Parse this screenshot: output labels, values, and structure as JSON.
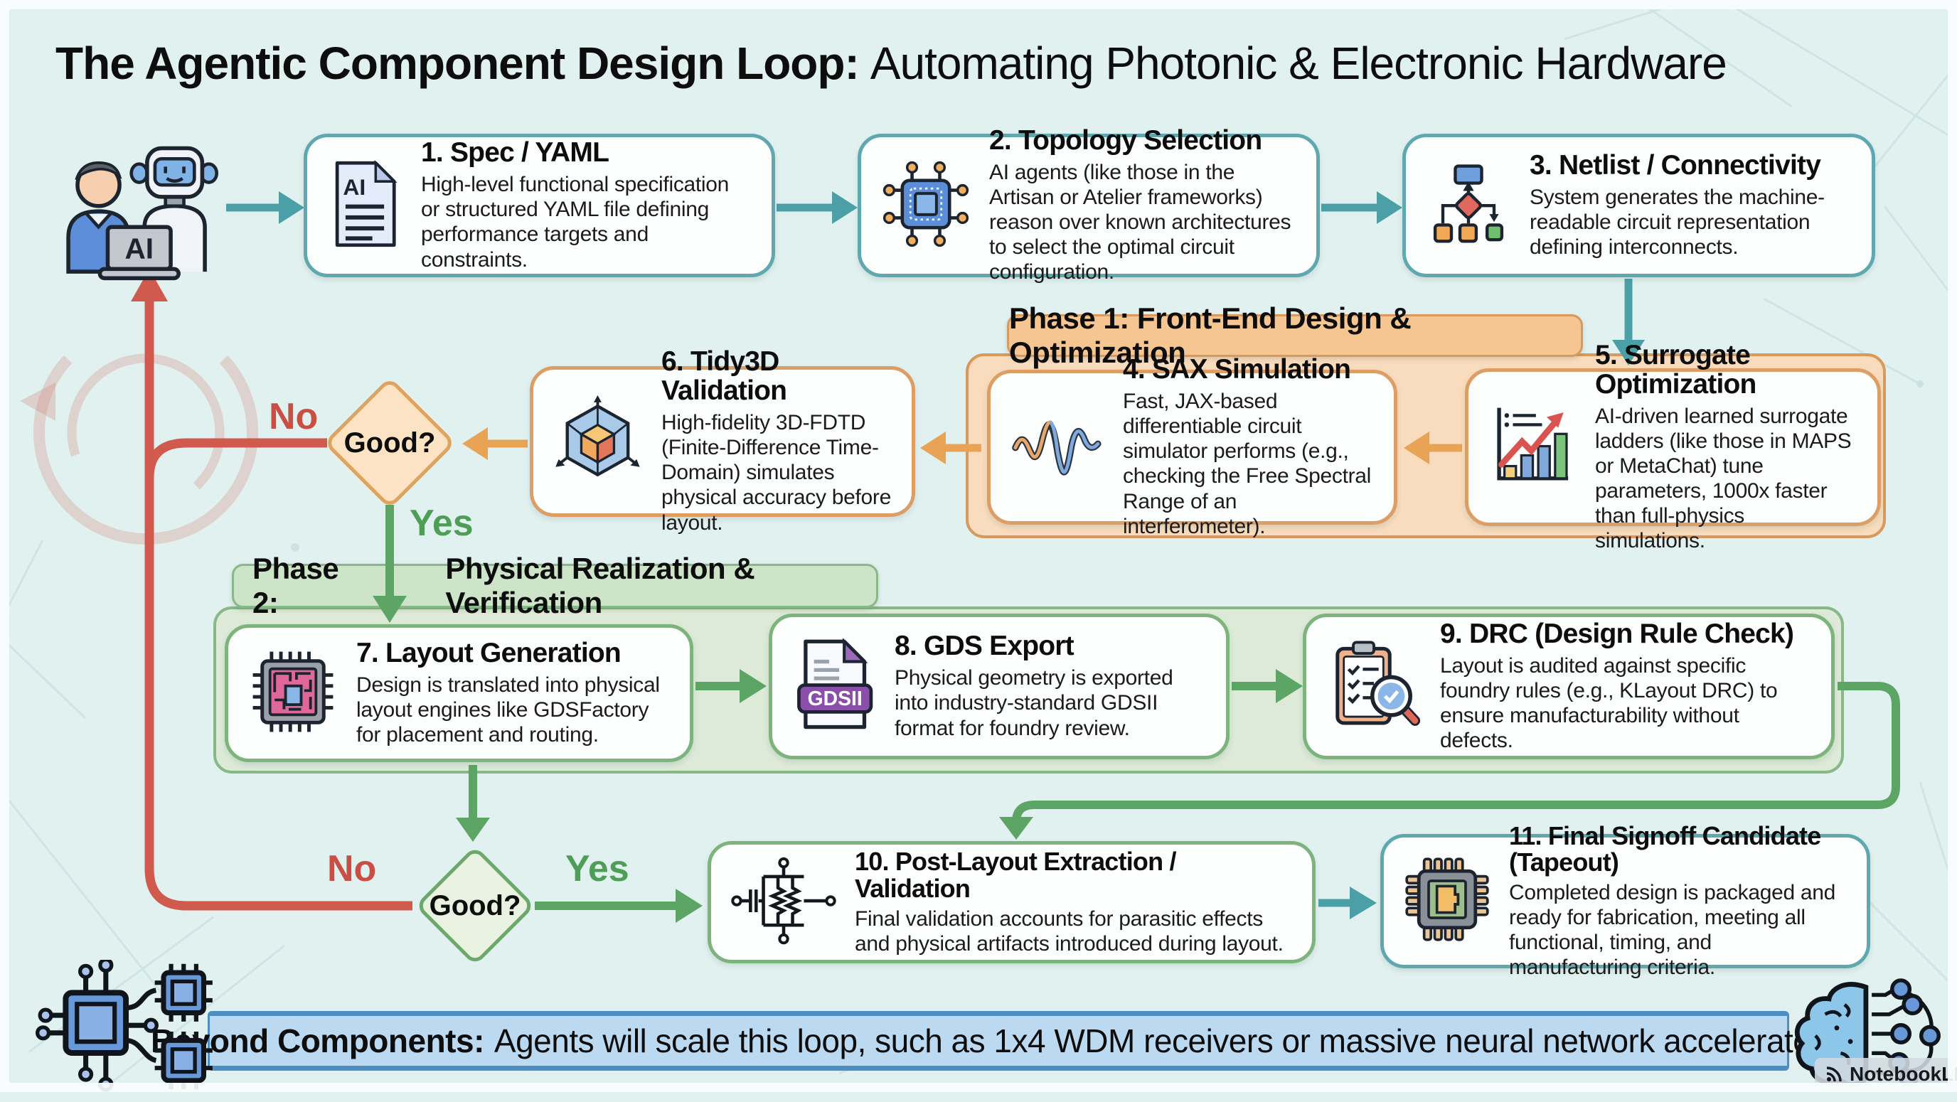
{
  "title": {
    "lead": "The Agentic Component Design Loop:",
    "rest": "Automating Photonic & Electronic Hardware"
  },
  "phase1": {
    "label": "Phase 1: Front-End Design & Optimization"
  },
  "phase2": {
    "prefix": "Phase 2:",
    "label": "Physical Realization & Verification"
  },
  "steps": [
    {
      "title": "1. Spec / YAML",
      "desc": "High-level functional specification or structured YAML file defining performance targets and constraints.",
      "icon": "ai-document-icon"
    },
    {
      "title": "2. Topology Selection",
      "desc": "AI agents (like those in the Artisan or Atelier frameworks) reason over known architectures to select the optimal circuit configuration.",
      "icon": "chip-icon"
    },
    {
      "title": "3. Netlist / Connectivity",
      "desc": "System generates the machine-readable circuit representation defining interconnects.",
      "icon": "flow-tree-icon"
    },
    {
      "title": "4. SAX Simulation",
      "desc": "Fast, JAX-based differentiable circuit simulator performs (e.g., checking the Free Spectral Range of an interferometer).",
      "icon": "waveform-icon"
    },
    {
      "title": "5. Surrogate Optimization",
      "desc": "AI-driven learned surrogate ladders (like those in MAPS or MetaChat) tune parameters, 1000x faster than full-physics simulations.",
      "icon": "growth-chart-icon"
    },
    {
      "title": "6. Tidy3D Validation",
      "desc": "High-fidelity 3D-FDTD (Finite-Difference Time-Domain) simulates physical accuracy before layout.",
      "icon": "cube-3d-icon"
    },
    {
      "title": "7. Layout Generation",
      "desc": "Design is translated into physical layout engines like GDSFactory for placement and routing.",
      "icon": "layout-chip-icon"
    },
    {
      "title": "8. GDS Export",
      "desc": "Physical geometry is exported into industry-standard GDSII format for foundry review.",
      "icon": "gdsii-file-icon"
    },
    {
      "title": "9. DRC (Design Rule Check)",
      "desc": "Layout is audited against specific foundry rules (e.g., KLayout DRC) to ensure manufacturability without defects.",
      "icon": "checklist-magnifier-icon"
    },
    {
      "title": "10. Post-Layout Extraction / Validation",
      "desc": "Final validation accounts for parasitic effects and physical artifacts introduced during layout.",
      "icon": "rc-circuit-icon"
    },
    {
      "title": "11. Final Signoff Candidate (Tapeout)",
      "desc": "Completed design is packaged and ready for fabrication, meeting all functional, timing, and manufacturing criteria.",
      "icon": "tapeout-chip-icon"
    }
  ],
  "decision1": {
    "label": "Good?",
    "no": "No",
    "yes": "Yes"
  },
  "decision2": {
    "label": "Good?",
    "no": "No",
    "yes": "Yes"
  },
  "icon_labels": {
    "laptop": "AI",
    "spec_doc": "AI",
    "gds_badge": "GDSII"
  },
  "footer": {
    "lead": "Beyond Components:",
    "rest": "Agents will scale this loop, such as 1x4 WDM receivers or massive neural network accelerators."
  },
  "watermark": {
    "label": "NotebookLM"
  },
  "colors": {
    "bg": "#e1f1ef",
    "teal": "#4ba0a8",
    "teal-border": "#5fa8b0",
    "orange": "#e8a355",
    "orange-border": "#dd9e66",
    "red": "#d05a4e",
    "green": "#5da564",
    "green-border": "#7cb47c",
    "phase1-fill": "#f6c692",
    "phase1-border": "#d89a5c",
    "phase1-container": "#f8dcbd",
    "phase2-fill": "#cde4c8",
    "phase2-border": "#88b888",
    "phase2-container": "#dcead7",
    "diamond1-fill": "#fbe3c4",
    "diamond2-fill": "#e9f1e1",
    "footer-fill": "#bcd9f2",
    "footer-border": "#4d8fc4"
  }
}
